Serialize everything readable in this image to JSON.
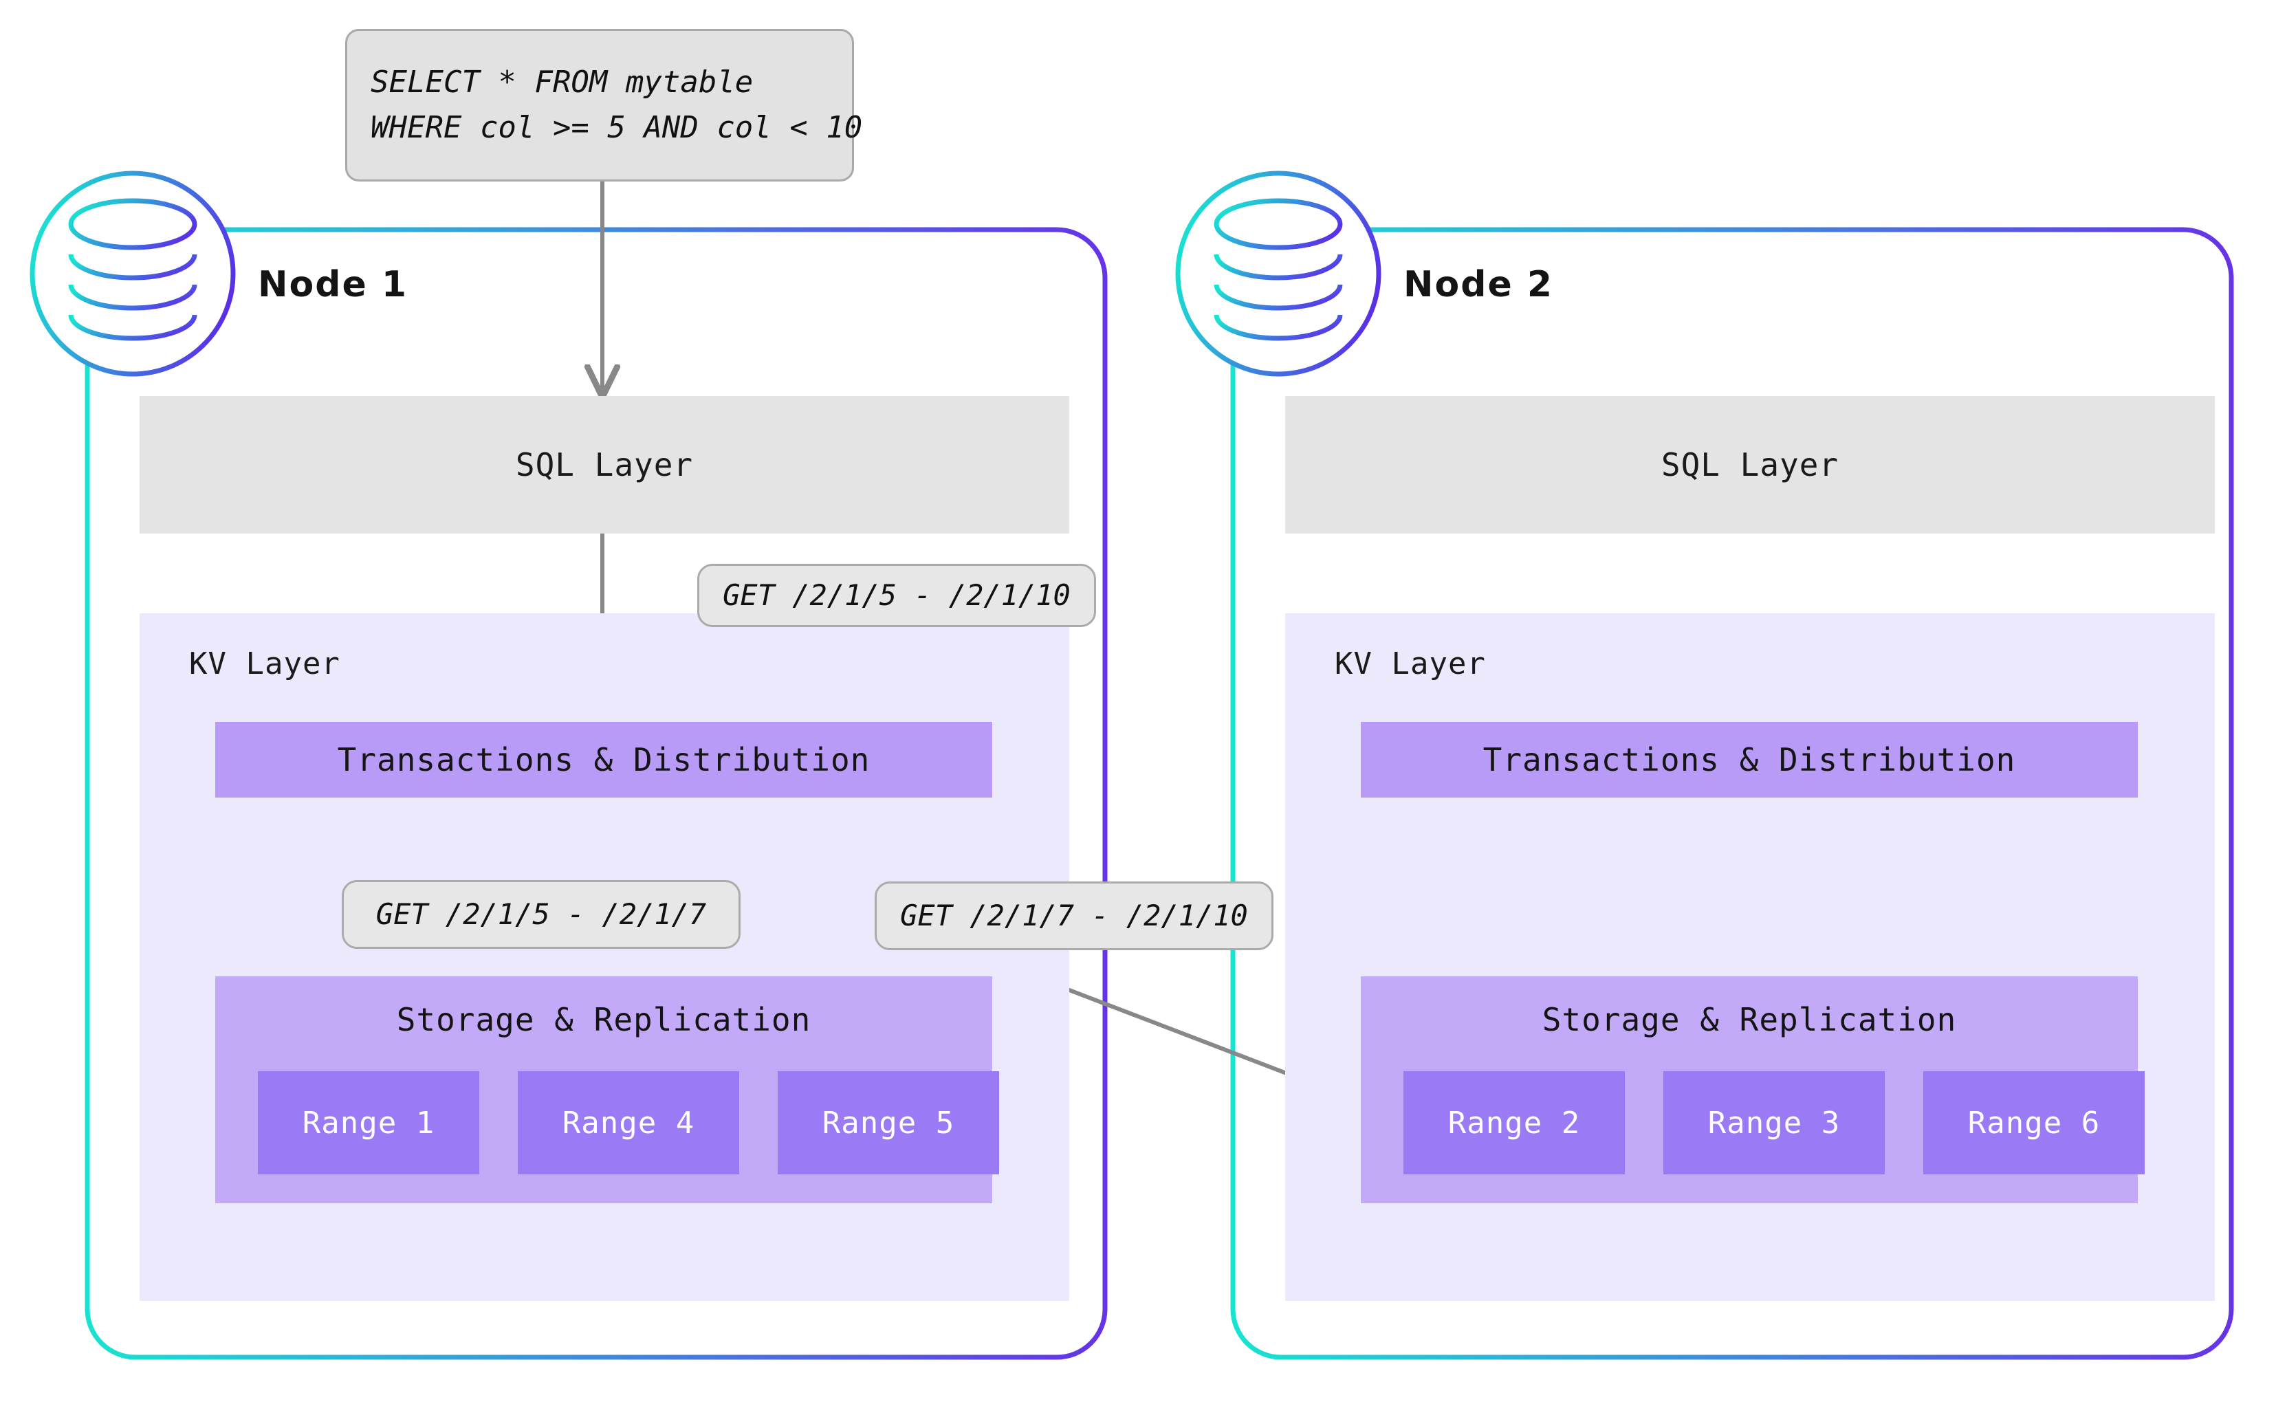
{
  "diagram": {
    "title": "CockroachDB distributed query execution across two nodes",
    "colors": {
      "gradient_start": "#18E3D2",
      "gradient_end": "#6633E6",
      "sql_layer_bg": "#E4E4E4",
      "kv_panel_bg": "#EDE9FC",
      "txn_bar_bg": "#B89BF7",
      "storage_panel_bg": "#C2AAF8",
      "range_box_bg": "#9B7BF5",
      "callout_bg": "#E7E7E7",
      "callout_border": "#ABABAB",
      "arrow_color": "#808080"
    }
  },
  "query": {
    "line1": "SELECT * FROM mytable",
    "line2": "WHERE col >= 5 AND col < 10"
  },
  "callouts": {
    "sql_to_kv": "GET /2/1/5 - /2/1/10",
    "kv_to_local_range": "GET /2/1/5 - /2/1/7",
    "kv_to_remote_range": "GET /2/1/7 - /2/1/10"
  },
  "nodes": [
    {
      "name": "Node 1",
      "icon": "database-icon",
      "sql_layer_label": "SQL Layer",
      "kv_layer_label": "KV Layer",
      "txn_label": "Transactions & Distribution",
      "storage_label": "Storage & Replication",
      "ranges": [
        "Range 1",
        "Range 4",
        "Range 5"
      ]
    },
    {
      "name": "Node 2",
      "icon": "database-icon",
      "sql_layer_label": "SQL Layer",
      "kv_layer_label": "KV Layer",
      "txn_label": "Transactions & Distribution",
      "storage_label": "Storage & Replication",
      "ranges": [
        "Range 2",
        "Range 3",
        "Range 6"
      ]
    }
  ]
}
